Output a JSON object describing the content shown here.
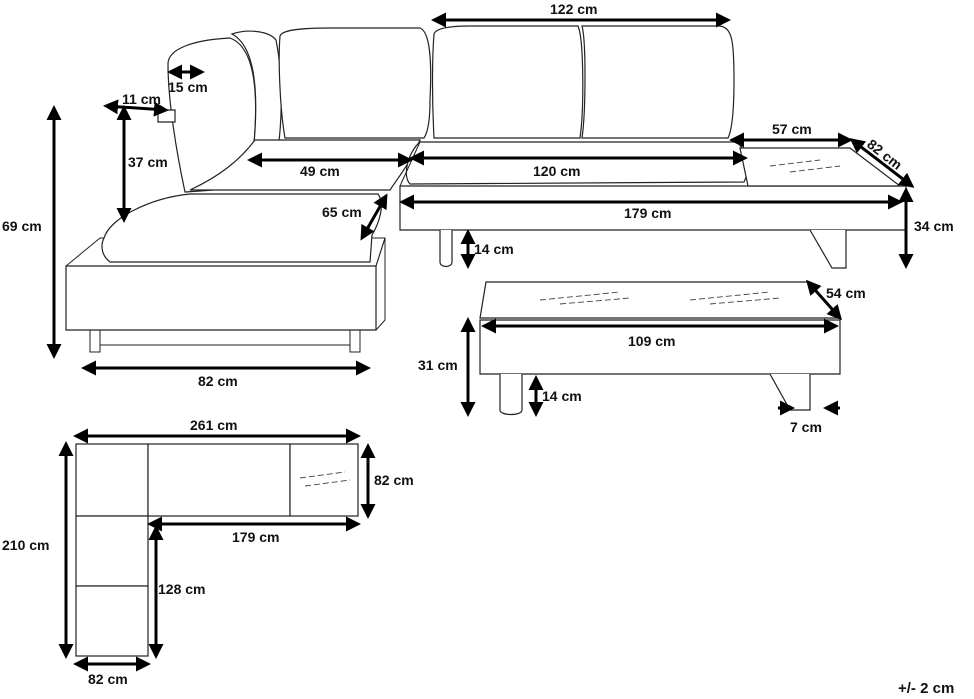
{
  "colors": {
    "line": "#222222",
    "dimension": "#000000",
    "background": "#ffffff"
  },
  "dimensions": {
    "back_cushion_length": "122 cm",
    "cushion_thickness": "15 cm",
    "armrest_gap": "11 cm",
    "backrest_height": "37 cm",
    "seat_depth_corner": "49 cm",
    "seat_depth_main": "120 cm",
    "side_table_width": "57 cm",
    "side_table_depth": "82 cm",
    "total_height": "69 cm",
    "seat_length_left": "65 cm",
    "sofa_length": "179 cm",
    "side_height": "34 cm",
    "leg_height_sofa": "14 cm",
    "left_module_width": "82 cm",
    "table_depth": "54 cm",
    "table_length": "109 cm",
    "table_height": "31 cm",
    "leg_height_table": "14 cm",
    "leg_width": "7 cm",
    "plan_total_width": "261 cm",
    "plan_depth": "82 cm",
    "plan_total_length": "210 cm",
    "plan_sofa_length": "179 cm",
    "plan_side_length": "128 cm",
    "plan_module_width": "82 cm"
  },
  "tolerance": "+/- 2 cm"
}
